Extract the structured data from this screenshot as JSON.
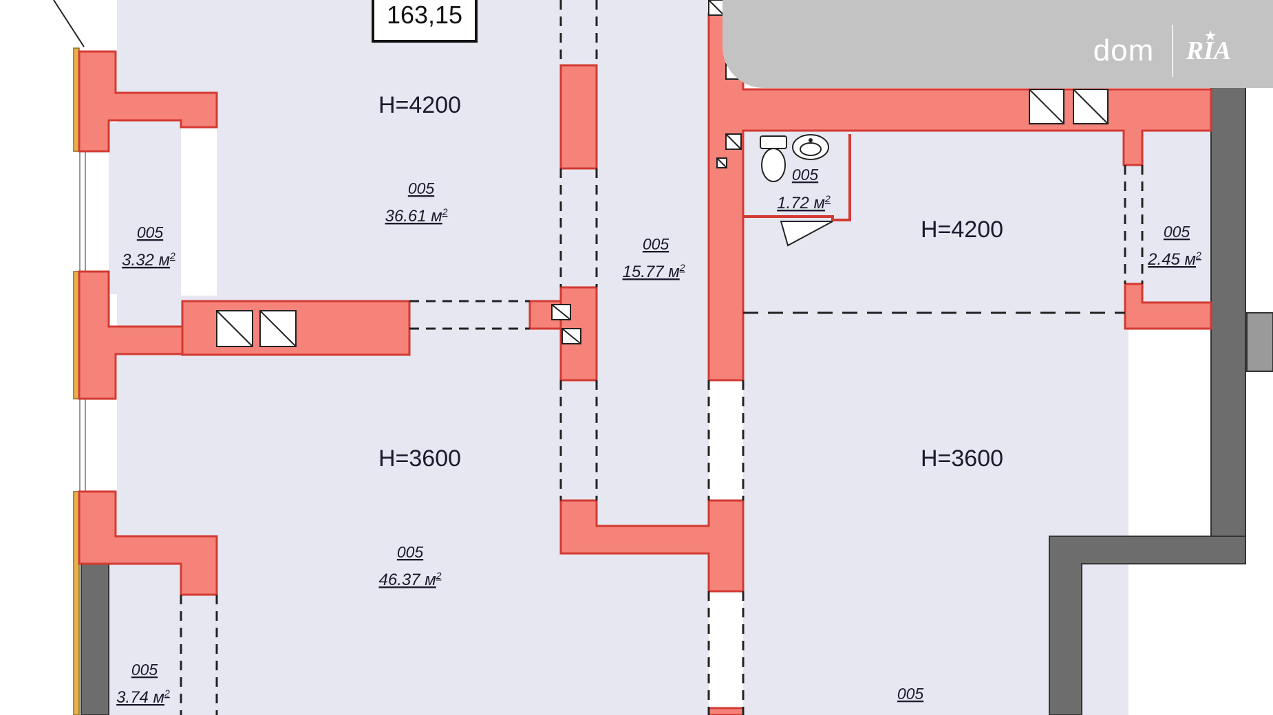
{
  "plan": {
    "total_area": "163,15",
    "height_labels": [
      "H=4200",
      "H=4200",
      "H=3600",
      "H=3600"
    ],
    "rooms": [
      {
        "code": "005",
        "area": "36.61 м",
        "sup": "2"
      },
      {
        "code": "005",
        "area": "3.32 м",
        "sup": "2"
      },
      {
        "code": "005",
        "area": "15.77 м",
        "sup": "2"
      },
      {
        "code": "005",
        "area": "1.72 м",
        "sup": "2"
      },
      {
        "code": "005",
        "area": "2.45 м",
        "sup": "2"
      },
      {
        "code": "005",
        "area": "46.37 м",
        "sup": "2"
      },
      {
        "code": "005",
        "area": "3.74 м",
        "sup": "2"
      },
      {
        "code": "005",
        "area": ""
      }
    ]
  },
  "watermark": {
    "brand_left": "dom",
    "brand_right": "RIA",
    "star_icon": "star-icon"
  },
  "colors": {
    "room_fill": "#e6e7f0",
    "wall_red": "#f5837a",
    "wall_outline": "#d23a32",
    "wall_gray": "#6d6d6d",
    "window_yellow": "#e8b24a",
    "watermark_bg": "#c3c3c3"
  }
}
